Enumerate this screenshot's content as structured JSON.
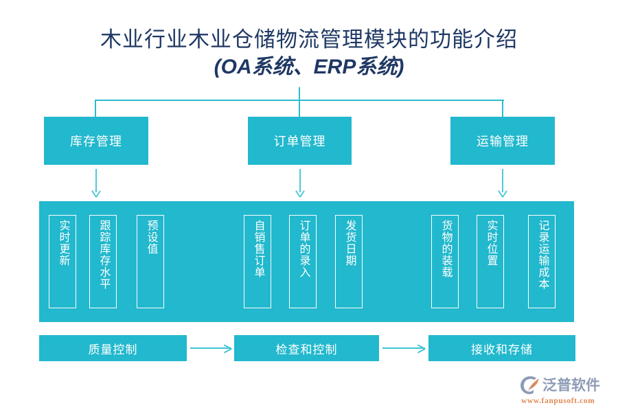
{
  "title": {
    "line1": "木业行业木业仓储物流管理模块的功能介绍",
    "line2": "(OA系统、ERP系统)"
  },
  "colors": {
    "teal": "#22B8CD",
    "teal_light": "#4FC9DA",
    "title_navy": "#1F3864",
    "logo_gray": "#8E9BB5",
    "logo_orange": "#E08A55",
    "white": "#FFFFFF"
  },
  "level1": [
    {
      "label": "库存管理"
    },
    {
      "label": "订单管理"
    },
    {
      "label": "运输管理"
    }
  ],
  "band": {
    "groups": [
      {
        "parent": "库存管理",
        "cards": [
          {
            "label": "实时更新"
          },
          {
            "label": "跟踪库存水平"
          },
          {
            "label": "预设值"
          }
        ]
      },
      {
        "parent": "订单管理",
        "cards": [
          {
            "label": "自销售订单"
          },
          {
            "label": "订单的录入"
          },
          {
            "label": "发货日期"
          }
        ]
      },
      {
        "parent": "运输管理",
        "cards": [
          {
            "label": "货物的装载"
          },
          {
            "label": "实时位置"
          },
          {
            "label": "记录运输成本"
          }
        ]
      }
    ]
  },
  "process": {
    "steps": [
      {
        "label": "质量控制"
      },
      {
        "label": "检查和控制"
      },
      {
        "label": "接收和存储"
      }
    ]
  },
  "logo": {
    "wordmark": "泛普软件",
    "url": "www.fanpusoft.com"
  }
}
